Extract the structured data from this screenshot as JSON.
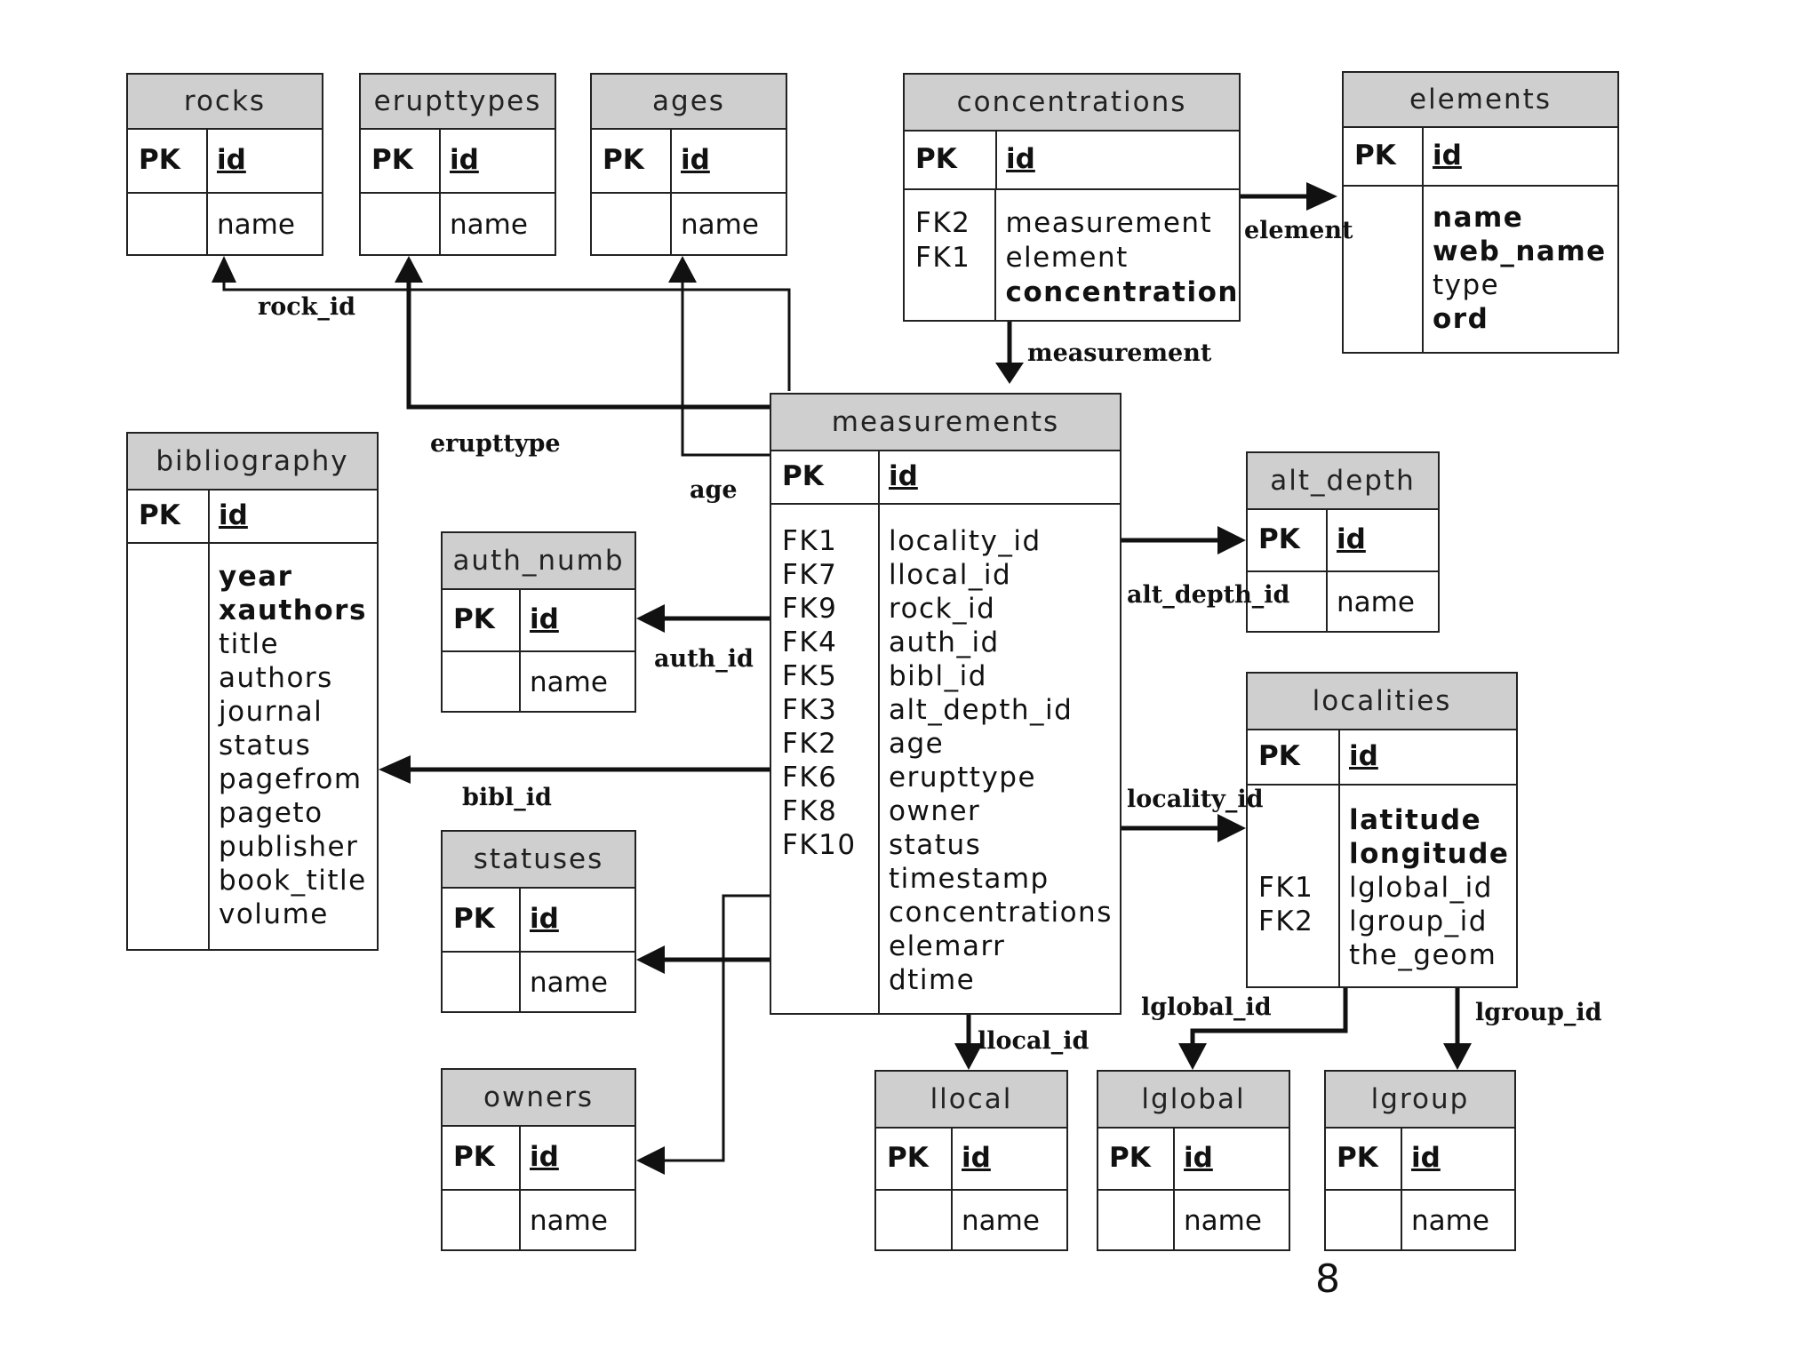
{
  "tables": {
    "rocks": {
      "title": "rocks",
      "pk": "PK",
      "pk_field": "id",
      "fields": [
        "name"
      ]
    },
    "erupttypes": {
      "title": "erupttypes",
      "pk": "PK",
      "pk_field": "id",
      "fields": [
        "name"
      ]
    },
    "ages": {
      "title": "ages",
      "pk": "PK",
      "pk_field": "id",
      "fields": [
        "name"
      ]
    },
    "concentrations": {
      "title": "concentrations",
      "pk": "PK",
      "pk_field": "id",
      "keys": [
        "FK2",
        "FK1"
      ],
      "fields": [
        "measurement",
        "element",
        "concentration"
      ]
    },
    "elements": {
      "title": "elements",
      "pk": "PK",
      "pk_field": "id",
      "fields": [
        "name",
        "web_name",
        "type",
        "ord"
      ]
    },
    "bibliography": {
      "title": "bibliography",
      "pk": "PK",
      "pk_field": "id",
      "fields": [
        "year",
        "xauthors",
        "title",
        "authors",
        "journal",
        "status",
        "pagefrom",
        "pageto",
        "publisher",
        "book_title",
        "volume"
      ]
    },
    "auth_numb": {
      "title": "auth_numb",
      "pk": "PK",
      "pk_field": "id",
      "fields": [
        "name"
      ]
    },
    "statuses": {
      "title": "statuses",
      "pk": "PK",
      "pk_field": "id",
      "fields": [
        "name"
      ]
    },
    "owners": {
      "title": "owners",
      "pk": "PK",
      "pk_field": "id",
      "fields": [
        "name"
      ]
    },
    "measurements": {
      "title": "measurements",
      "pk": "PK",
      "pk_field": "id",
      "keys": [
        "FK1",
        "FK7",
        "FK9",
        "FK4",
        "FK5",
        "FK3",
        "FK2",
        "FK6",
        "FK8",
        "FK10"
      ],
      "fields": [
        "locality_id",
        "llocal_id",
        "rock_id",
        "auth_id",
        "bibl_id",
        "alt_depth_id",
        "age",
        "erupttype",
        "owner",
        "status",
        "timestamp",
        "concentrations",
        "elemarr",
        "dtime"
      ]
    },
    "alt_depth": {
      "title": "alt_depth",
      "pk": "PK",
      "pk_field": "id",
      "fields": [
        "name"
      ]
    },
    "localities": {
      "title": "localities",
      "pk": "PK",
      "pk_field": "id",
      "keys": [
        "FK1",
        "FK2"
      ],
      "fields": [
        "latitude",
        "longitude",
        "lglobal_id",
        "lgroup_id",
        "the_geom"
      ]
    },
    "llocal": {
      "title": "llocal",
      "pk": "PK",
      "pk_field": "id",
      "fields": [
        "name"
      ]
    },
    "lglobal": {
      "title": "lglobal",
      "pk": "PK",
      "pk_field": "id",
      "fields": [
        "name"
      ]
    },
    "lgroup": {
      "title": "lgroup",
      "pk": "PK",
      "pk_field": "id",
      "fields": [
        "name"
      ]
    }
  },
  "relations": {
    "rock_id": "rock_id",
    "erupttype": "erupttype",
    "age": "age",
    "element": "element",
    "measurement": "measurement",
    "auth_id": "auth_id",
    "bibl_id": "bibl_id",
    "alt_depth_id": "alt_depth_id",
    "locality_id": "locality_id",
    "llocal_id": "llocal_id",
    "lglobal_id": "lglobal_id",
    "lgroup_id": "lgroup_id"
  },
  "page_number": "8"
}
